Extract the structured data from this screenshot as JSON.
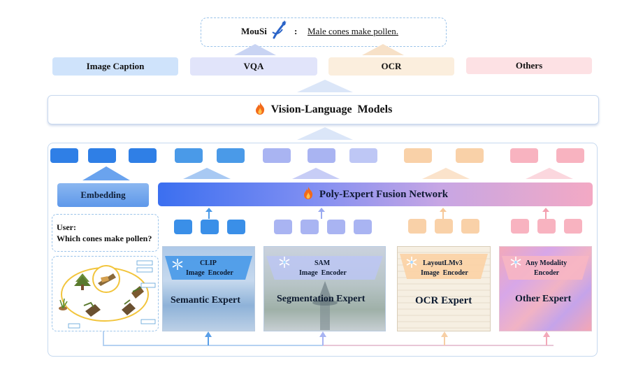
{
  "header": {
    "app_name": "MouSi",
    "colon": ":",
    "answer": "Male cones make pollen."
  },
  "tasks": [
    {
      "label": "Image Caption",
      "color": "#cfe3fb"
    },
    {
      "label": "VQA",
      "color": "#e1e4fa"
    },
    {
      "label": "OCR",
      "color": "#fbeedd"
    },
    {
      "label": "Others",
      "color": "#fde1e4"
    }
  ],
  "vlm": {
    "label": "Vision-Language  Models"
  },
  "fusion": {
    "label": "Poly-Expert Fusion Network"
  },
  "embedding": {
    "label": "Embedding"
  },
  "user": {
    "label": "User:",
    "question": "Which cones make pollen?"
  },
  "experts": [
    {
      "encoder_line1": "CLIP",
      "encoder_line2": "Image  Encoder",
      "title": "Semantic Expert",
      "color": "#4a9ae8"
    },
    {
      "encoder_line1": "SAM",
      "encoder_line2": "Image  Encoder",
      "title": "Segmentation Expert",
      "color": "#9aaaf0"
    },
    {
      "encoder_line1": "LayoutLMv3",
      "encoder_line2": "Image  Encoder",
      "title": "OCR Expert",
      "color": "#f7c99a"
    },
    {
      "encoder_line1": "Any Modality",
      "encoder_line2": "Encoder",
      "title": "Other Expert",
      "color": "#f3a0b0"
    }
  ],
  "colors": {
    "blue_token": "#3a86e6",
    "lavender_token": "#a9b4f2",
    "peach_token": "#f9d1a8",
    "pink_token": "#f8b3c0",
    "fusion_start": "#3b6ff0",
    "fusion_end": "#f3a9c4"
  },
  "icons": [
    "robot-mascot-icon",
    "fire-icon",
    "snowflake-icon"
  ]
}
